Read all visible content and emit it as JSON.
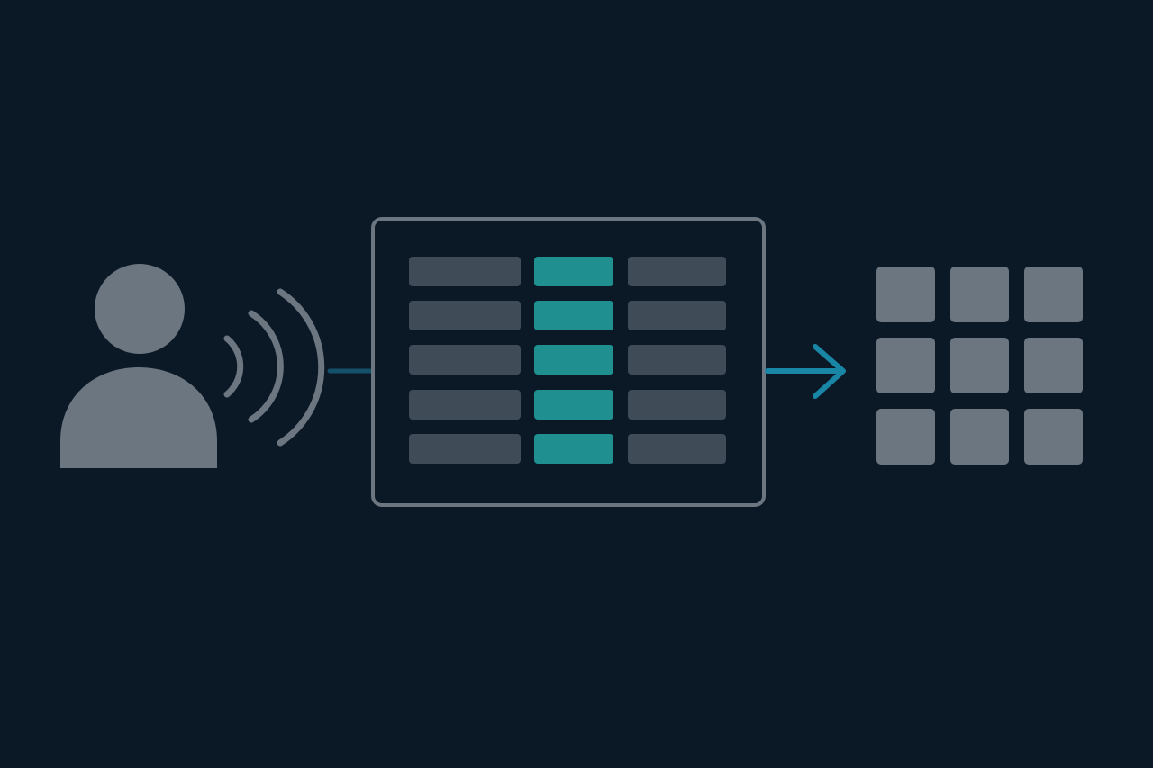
{
  "colors": {
    "background": "#0b1826",
    "icon_gray": "#6b7680",
    "bar_gray": "#404b58",
    "bar_teal": "#1f8f90",
    "arrow_teal": "#1a86a6",
    "input_line": "#15506a"
  },
  "diagram": {
    "source": {
      "icon": "person-speaking-icon",
      "sound_waves": 3
    },
    "table": {
      "rows": 5,
      "columns": 3,
      "highlighted_column": 1
    },
    "output": {
      "icon": "grid-icon",
      "rows": 3,
      "columns": 3
    }
  }
}
